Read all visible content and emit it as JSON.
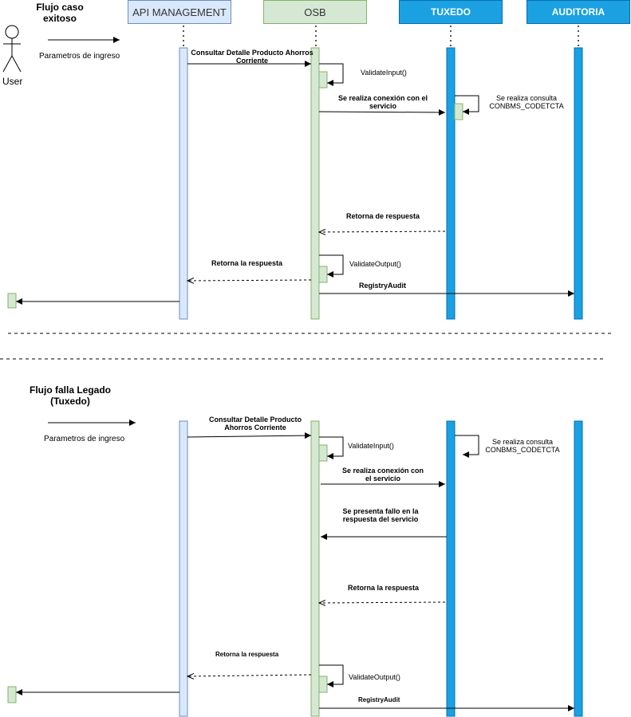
{
  "actor": {
    "label": "User"
  },
  "participants": {
    "api": "API MANAGEMENT",
    "osb": "OSB",
    "tuxedo": "TUXEDO",
    "auditoria": "AUDITORIA"
  },
  "colors": {
    "api_fill": "#dae8fc",
    "api_stroke": "#6c8ebf",
    "osb_fill": "#d5e8d4",
    "osb_stroke": "#82b366",
    "tux_fill": "#1ba1e2",
    "tux_stroke": "#006eaf"
  },
  "flow1": {
    "title_line1": "Flujo caso",
    "title_line2": "exitoso",
    "input_label": "Parametros de ingreso",
    "msg_consultar_l1": "Consultar Detalle Producto Ahorros",
    "msg_consultar_l2": "Corriente",
    "msg_validate_input": "ValidateInput()",
    "msg_conexion_l1": "Se realiza conexión con el",
    "msg_conexion_l2": "servicio",
    "msg_consulta_l1": "Se realiza consulta",
    "msg_consulta_l2": "CONBMS_CODETCTA",
    "msg_retorna_resp": "Retorna de respuesta",
    "msg_validate_output": "ValidateOutput()",
    "msg_retorna_la": "Retorna la respuesta",
    "msg_registry": "RegistryAudit"
  },
  "flow2": {
    "title_line1": "Flujo falla Legado",
    "title_line2": "(Tuxedo)",
    "input_label": "Parametros de ingreso",
    "msg_consultar_l1": "Consultar Detalle Producto",
    "msg_consultar_l2": "Ahorros Corriente",
    "msg_validate_input": "ValidateInput()",
    "msg_conexion_l1": "Se realiza conexión con",
    "msg_conexion_l2": "el servicio",
    "msg_consulta_l1": "Se realiza consulta",
    "msg_consulta_l2": "CONBMS_CODETCTA",
    "msg_fallo_l1": "Se presenta fallo en la",
    "msg_fallo_l2": "respuesta del servicio",
    "msg_retorna_la_tux": "Retorna la respuesta",
    "msg_retorna_la_osb": "Retorna la respuesta",
    "msg_validate_output": "ValidateOutput()",
    "msg_registry": "RegistryAudit"
  }
}
